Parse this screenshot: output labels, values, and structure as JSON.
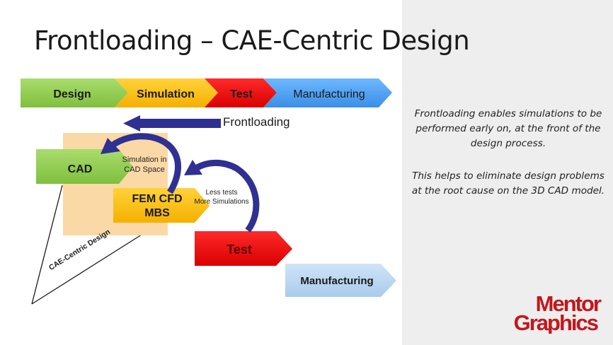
{
  "slide": {
    "title": "Frontloading – CAE-Centric Design",
    "process_bar": [
      {
        "label": "Design",
        "color": "#92d050"
      },
      {
        "label": "Simulation",
        "color": "#ffc000"
      },
      {
        "label": "Test",
        "color": "#ff0000"
      },
      {
        "label": "Manufacturing",
        "color": "#4fa3f7"
      }
    ],
    "frontloading_label": "Frontloading",
    "stages": {
      "cad": "CAD",
      "fem_line1": "FEM CFD",
      "fem_line2": "MBS",
      "test": "Test",
      "manufacturing": "Manufacturing"
    },
    "annotations": {
      "sim_cad_line1": "Simulation in",
      "sim_cad_line2": "CAD Space",
      "less_tests_line1": "Less tests",
      "less_tests_line2": "More Simulations",
      "cae_centric": "CAE-Centric Design"
    },
    "colors": {
      "green": "#92d050",
      "yellow": "#ffc000",
      "red": "#ff0000",
      "blue": "#4fa3f7",
      "light_blue": "#bdd7ee",
      "arrow_navy": "#2e3092",
      "highlight": "#fbd9a6"
    }
  },
  "sidebar": {
    "paragraph1": [
      "Frontloading enables simulations to be",
      "performed early on, at the front of the",
      "design process."
    ],
    "paragraph2": [
      "This helps to eliminate design problems",
      "at the root cause on the 3D CAD model."
    ]
  },
  "logo": {
    "line1": "Mentor",
    "line2": "Graphics",
    "color": "#c4161c"
  }
}
